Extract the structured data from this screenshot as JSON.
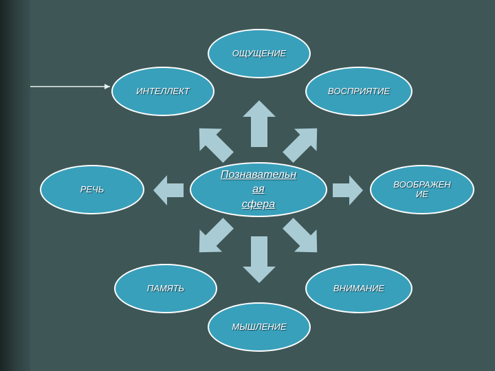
{
  "center": {
    "text": "Познавательн\nая\nсфера"
  },
  "nodes": {
    "sensation": "ОЩУЩЕНИЕ",
    "intellect": "ИНТЕЛЛЕКТ",
    "perception": "ВОСПРИЯТИЕ",
    "speech": "РЕЧЬ",
    "imagination": "ВООБРАЖЕН\nИЕ",
    "memory": "ПАМЯТЬ",
    "attention": "ВНИМАНИЕ",
    "thinking": "МЫШЛЕНИЕ"
  },
  "colors": {
    "background": "#3f5656",
    "oval_fill": "#39a0bb",
    "oval_border": "#ffffff",
    "arrow_fill": "#a9cbd4"
  }
}
